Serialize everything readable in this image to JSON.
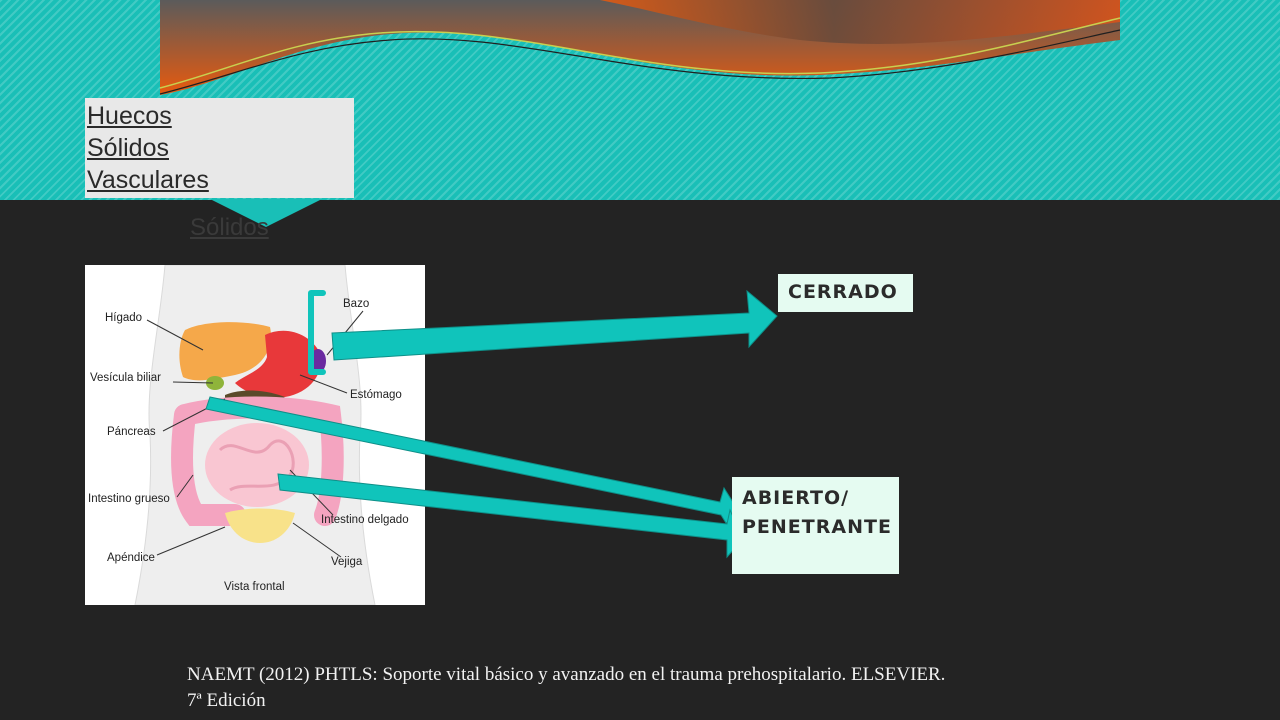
{
  "nav": {
    "items": [
      {
        "label": "Huecos"
      },
      {
        "label": "Sólidos"
      },
      {
        "label": "Vasculares"
      }
    ]
  },
  "subtitle": "Sólidos",
  "anatomy": {
    "labels": {
      "higado": "Hígado",
      "bazo": "Bazo",
      "vesicula": "Vesícula biliar",
      "estomago": "Estómago",
      "pancreas": "Páncreas",
      "intestino_grueso": "Intestino grueso",
      "intestino_delgado": "Intestino delgado",
      "apendice": "Apéndice",
      "vejiga": "Vejiga",
      "vista": "Vista frontal"
    }
  },
  "tags": {
    "closed": "CERRADO",
    "open_line1": "ABIERTO/",
    "open_line2": "PENETRANTE"
  },
  "citation": {
    "line1": "NAEMT (2012) PHTLS: Soporte vital básico y avanzado en el trauma prehospitalario. ELSEVIER.",
    "line2": "7ª Edición"
  },
  "colors": {
    "accent": "#19bfb7",
    "arrow": "#10c4bb",
    "background": "#232323",
    "tag_bg": "#e5fbf1"
  }
}
